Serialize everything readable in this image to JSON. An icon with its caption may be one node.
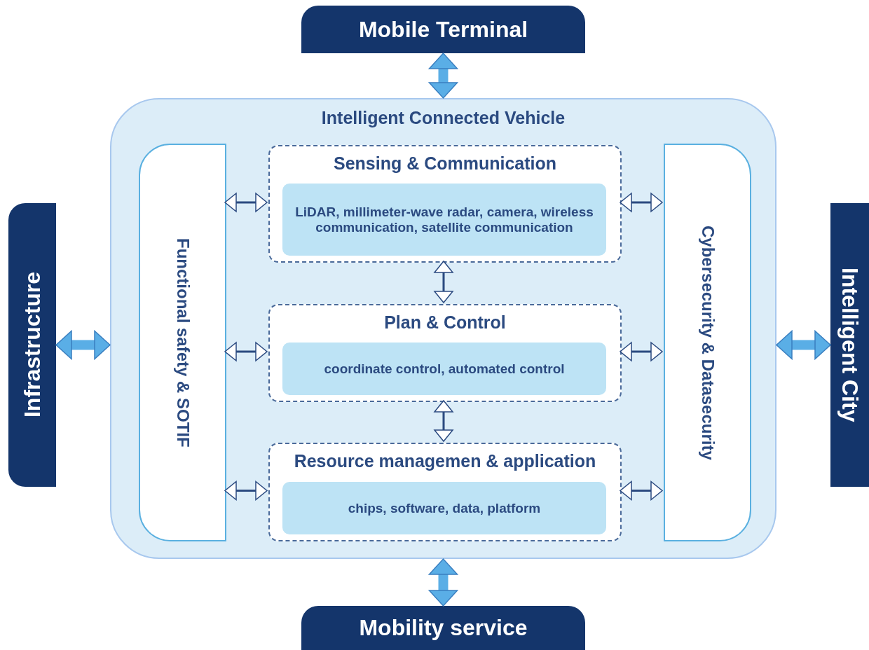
{
  "diagram": {
    "nodes": [
      {
        "text": [
          "Mobile Terminal"
        ]
      },
      {
        "text": [
          "Infrastructure"
        ]
      },
      {
        "text": [
          "Intelligent City"
        ]
      },
      {
        "text": [
          "Mobility service"
        ]
      },
      {
        "text": [
          "Intelligent Connected Vehicle"
        ]
      },
      {
        "text": [
          "Functional safety & SOTIF"
        ],
        "in": 4
      },
      {
        "text": [
          "Sensing & Communication"
        ],
        "in": 4
      },
      {
        "text": [
          "LiDAR, millimeter-wave radar, camera, wireless communication, satellite communication"
        ],
        "in": 6
      },
      {
        "text": [
          "Plan & Control"
        ],
        "in": 4
      },
      {
        "text": [
          "coordinate control, automated control"
        ],
        "in": 8
      },
      {
        "text": [
          "Resource managemen & application"
        ],
        "in": 4
      },
      {
        "text": [
          "chips, software, data, platform"
        ],
        "in": 10
      },
      {
        "text": [
          "Cybersecurity & Datasecurity"
        ],
        "in": 4
      }
    ],
    "edges": [
      {
        "from": 0,
        "to": 4,
        "arrow": "both",
        "style": "thick",
        "color": "#5aaee6"
      },
      {
        "from": 1,
        "to": 4,
        "arrow": "both",
        "style": "thick",
        "color": "#5aaee6"
      },
      {
        "from": 4,
        "to": 2,
        "arrow": "both",
        "style": "thick",
        "color": "#5aaee6"
      },
      {
        "from": 4,
        "to": 3,
        "arrow": "both",
        "style": "thick",
        "color": "#5aaee6"
      },
      {
        "from": 5,
        "to": 6,
        "arrow": "both"
      },
      {
        "from": 5,
        "to": 8,
        "arrow": "both"
      },
      {
        "from": 5,
        "to": 10,
        "arrow": "both"
      },
      {
        "from": 6,
        "to": 12,
        "arrow": "both"
      },
      {
        "from": 8,
        "to": 12,
        "arrow": "both"
      },
      {
        "from": 10,
        "to": 12,
        "arrow": "both"
      },
      {
        "from": 6,
        "to": 8,
        "arrow": "both"
      },
      {
        "from": 8,
        "to": 10,
        "arrow": "both"
      }
    ]
  }
}
